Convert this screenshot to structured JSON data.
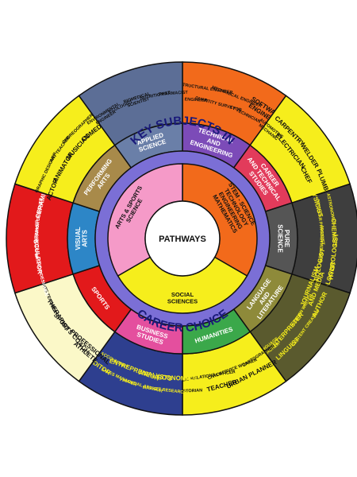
{
  "center": {
    "label": "PATHWAYS"
  },
  "ring_titles": {
    "top": "KEY SUBJECTS IN",
    "bottom": "CAREER CHOICE"
  },
  "colors": {
    "ring_blue": "#7B6FD6",
    "outline": "#111111",
    "center_fill": "#ffffff"
  },
  "core_subjects": [
    {
      "name": "core-stem",
      "label": "STEM - SCIENCE TECHNOLOGY ENGINEERING MATHEMATICS",
      "lines": [
        "STEM - SCIENCE",
        "TECHNOLOGY",
        "ENGINEERING",
        "MATHEMATICS"
      ],
      "color": "#F26A1B",
      "text_color": "#111111"
    },
    {
      "name": "core-social-sciences",
      "label": "SOCIAL SCIENCES",
      "lines": [
        "SOCIAL",
        "SCIENCES"
      ],
      "color": "#F6EE1C",
      "text_color": "#111111"
    },
    {
      "name": "core-arts-sports-science",
      "label": "ARTS & SPORTS SCIENCE",
      "lines": [
        "ARTS & SPORTS",
        "SCIENCE"
      ],
      "color": "#F59AC8",
      "text_color": "#111111"
    }
  ],
  "pathways": [
    {
      "name": "technical-and-engineering",
      "lines": [
        "TECHNICAL",
        "AND",
        "ENGINEERING"
      ],
      "color": "#7C4BB8",
      "text_color": "#ffffff",
      "careers": [
        {
          "lines": [
            "CIVIL ENGINEER"
          ],
          "big": false
        },
        {
          "lines": [
            "STRUCTURAL ENGINEER"
          ],
          "big": false
        },
        {
          "lines": [
            "QUANTITY SURVEYOR"
          ],
          "big": false
        },
        {
          "lines": [
            "MECHANICAL ENGINEER"
          ],
          "big": false
        },
        {
          "lines": [
            "I.T TECHNICIAN"
          ],
          "big": false
        },
        {
          "lines": [
            "SOFTWARE",
            "ENGINEER"
          ],
          "big": true
        }
      ],
      "career_color": "#F26A1B",
      "career_text": "#111111"
    },
    {
      "name": "career-and-technical-studies",
      "lines": [
        "CAREER",
        "AND TECHNICAL",
        "STUDIES"
      ],
      "color": "#E23B5B",
      "text_color": "#ffffff",
      "careers": [
        {
          "lines": [
            "AUTOMOTIVE",
            "MECHANIC"
          ],
          "big": false
        },
        {
          "lines": [
            "CARPENTRY"
          ],
          "big": true
        },
        {
          "lines": [
            "ELECTRICIAN"
          ],
          "big": true
        },
        {
          "lines": [
            "WELDER"
          ],
          "big": true
        },
        {
          "lines": [
            "CHEF"
          ],
          "big": true
        },
        {
          "lines": [
            "PLUMBER"
          ],
          "big": true
        }
      ],
      "career_color": "#F6EE1C",
      "career_text": "#111111"
    },
    {
      "name": "pure-science",
      "lines": [
        "PURE",
        "SCIENCE"
      ],
      "color": "#555555",
      "text_color": "#ffffff",
      "careers": [
        {
          "lines": [
            "PHYSICIST"
          ],
          "big": true
        },
        {
          "lines": [
            "ASTRONOMER"
          ],
          "big": false
        },
        {
          "lines": [
            "NUCLEAR PHYSICIST"
          ],
          "big": false
        },
        {
          "lines": [
            "CHEMIST"
          ],
          "big": true
        },
        {
          "lines": [
            "MATHEMATICIAN"
          ],
          "big": false
        },
        {
          "lines": [
            "HYDROLOGIST"
          ],
          "big": true
        },
        {
          "lines": [
            "BIOLOGIST"
          ],
          "big": true
        },
        {
          "lines": [
            "GEOLOGIST"
          ],
          "big": true
        }
      ],
      "career_color": "#3E3E3E",
      "career_text": "#F6EE1C"
    },
    {
      "name": "language-and-literature",
      "lines": [
        "LANGUAGE",
        "AND",
        "LITERATURE"
      ],
      "color": "#8E8A3A",
      "text_color": "#ffffff",
      "careers": [
        {
          "lines": [
            "JOURNALISM",
            "AND MEDIA"
          ],
          "big": true
        },
        {
          "lines": [
            "AUTHOR"
          ],
          "big": true
        },
        {
          "lines": [
            "SCREEN WRITER"
          ],
          "big": false
        },
        {
          "lines": [
            "CONTENT CREATOR"
          ],
          "big": false
        },
        {
          "lines": [
            "INTERPRETER"
          ],
          "big": true
        },
        {
          "lines": [
            "LINGUIST"
          ],
          "big": true
        },
        {
          "lines": [
            "LANGUAGE",
            "TEACHER"
          ],
          "big": false
        }
      ],
      "career_color": "#5A5A2E",
      "career_text": "#F6EE1C"
    },
    {
      "name": "humanities",
      "lines": [
        "HUMANITIES"
      ],
      "color": "#3BA84A",
      "text_color": "#ffffff",
      "careers": [
        {
          "lines": [
            "CARTOGRAPHER"
          ],
          "big": false
        },
        {
          "lines": [
            "URBAN PLANNER"
          ],
          "big": true
        },
        {
          "lines": [
            "CIVIL SERVICE WORKER"
          ],
          "big": false
        },
        {
          "lines": [
            "TEACHER"
          ],
          "big": true
        },
        {
          "lines": [
            "PUBLIC RELATIONS OFFICER"
          ],
          "big": false
        },
        {
          "lines": [
            "HISTORIAN"
          ],
          "big": false
        }
      ],
      "career_color": "#F6EE1C",
      "career_text": "#111111"
    },
    {
      "name": "business-studies",
      "lines": [
        "BUSINESS",
        "STUDIES"
      ],
      "color": "#E44F9E",
      "text_color": "#ffffff",
      "careers": [
        {
          "lines": [
            "ECONOMICS"
          ],
          "big": true
        },
        {
          "lines": [
            "MARKET RESEARCH"
          ],
          "big": false
        },
        {
          "lines": [
            "ANALYSTS"
          ],
          "big": true
        },
        {
          "lines": [
            "FINANCIAL ADVISOR"
          ],
          "big": false
        },
        {
          "lines": [
            "ENTREPRENEUR"
          ],
          "big": true
        },
        {
          "lines": [
            "SALES MANAGER"
          ],
          "big": false
        },
        {
          "lines": [
            "ACCOUNTANT"
          ],
          "big": false
        },
        {
          "lines": [
            "AUDITOR"
          ],
          "big": true
        }
      ],
      "career_color": "#2E3F8F",
      "career_text": "#F6EE1C"
    },
    {
      "name": "sports",
      "lines": [
        "SPORTS"
      ],
      "color": "#E2191B",
      "text_color": "#ffffff",
      "careers": [
        {
          "lines": [
            "PROFESSIONAL",
            "ATHLETE"
          ],
          "big": true
        },
        {
          "lines": [
            "SPORTS COACH"
          ],
          "big": true
        },
        {
          "lines": [
            "THERAPIST"
          ],
          "big": true
        },
        {
          "lines": [
            "SPORTS TEACHER"
          ],
          "big": false
        }
      ],
      "career_color": "#FBF8C8",
      "career_text": "#111111"
    },
    {
      "name": "visual-arts",
      "lines": [
        "VISUAL",
        "ARTS"
      ],
      "color": "#2D86C7",
      "text_color": "#ffffff",
      "careers": [
        {
          "lines": [
            "FASHION DESIGNER"
          ],
          "big": false
        },
        {
          "lines": [
            "SCULPTOR"
          ],
          "big": true
        },
        {
          "lines": [
            "PHOTOGRAPHER"
          ],
          "big": false
        },
        {
          "lines": [
            "INTERIOR DESIGNER"
          ],
          "big": false
        },
        {
          "lines": [
            "CERAMIST"
          ],
          "big": true
        }
      ],
      "career_color": "#E2191B",
      "career_text": "#ffffff"
    },
    {
      "name": "performing-arts",
      "lines": [
        "PERFORMING",
        "ARTS"
      ],
      "color": "#A88A4A",
      "text_color": "#ffffff",
      "careers": [
        {
          "lines": [
            "ACTOR"
          ],
          "big": true
        },
        {
          "lines": [
            "GRAPHIC DESIGNER"
          ],
          "big": false
        },
        {
          "lines": [
            "ANIMATOR"
          ],
          "big": true
        },
        {
          "lines": [
            "ART TEACHER"
          ],
          "big": false
        },
        {
          "lines": [
            "MUSICIAN"
          ],
          "big": true
        },
        {
          "lines": [
            "CHOREOGRAPHER"
          ],
          "big": false
        },
        {
          "lines": [
            "COMEDIAN"
          ],
          "big": true
        }
      ],
      "career_color": "#F6EE1C",
      "career_text": "#111111"
    },
    {
      "name": "applied-science",
      "lines": [
        "APPLIED",
        "SCIENCE"
      ],
      "color": "#6A7FA8",
      "text_color": "#ffffff",
      "careers": [
        {
          "lines": [
            "ENVIRONMENTAL",
            "ENGINEER"
          ],
          "big": false
        },
        {
          "lines": [
            "ECOLOGIST"
          ],
          "big": false
        },
        {
          "lines": [
            "BIOMEDICAL",
            "SCIENTIST"
          ],
          "big": false
        },
        {
          "lines": [
            "NUTRITIONIST"
          ],
          "big": false
        },
        {
          "lines": [
            "PHARMACIST"
          ],
          "big": false
        }
      ],
      "career_color": "#5C6E96",
      "career_text": "#111111"
    }
  ]
}
